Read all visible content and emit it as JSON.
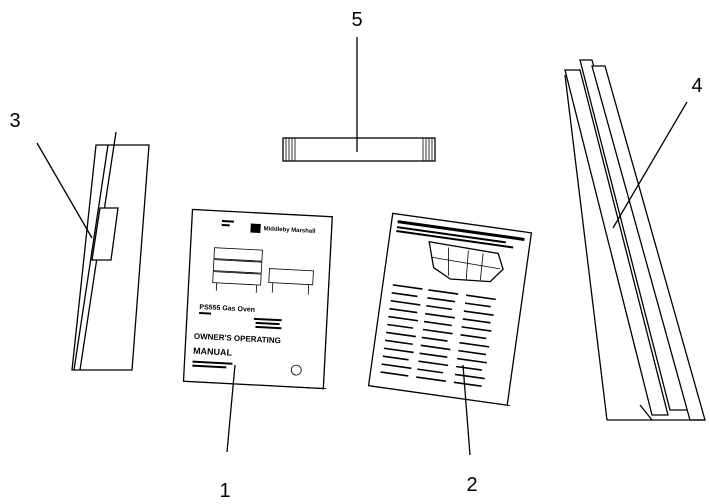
{
  "callouts": {
    "c1": "1",
    "c2": "2",
    "c3": "3",
    "c4": "4",
    "c5": "5"
  },
  "manual": {
    "brand": "Middleby Marshall",
    "model": "PS555 Gas Oven",
    "title_line1": "OWNER'S OPERATING",
    "title_line2": "MANUAL"
  },
  "parts": {
    "p1": "owner-operating-manual",
    "p2": "service-agency-map-sheet",
    "p3": "side-trim-panel",
    "p4": "long-channel-panel",
    "p5": "pipe-nipple"
  }
}
